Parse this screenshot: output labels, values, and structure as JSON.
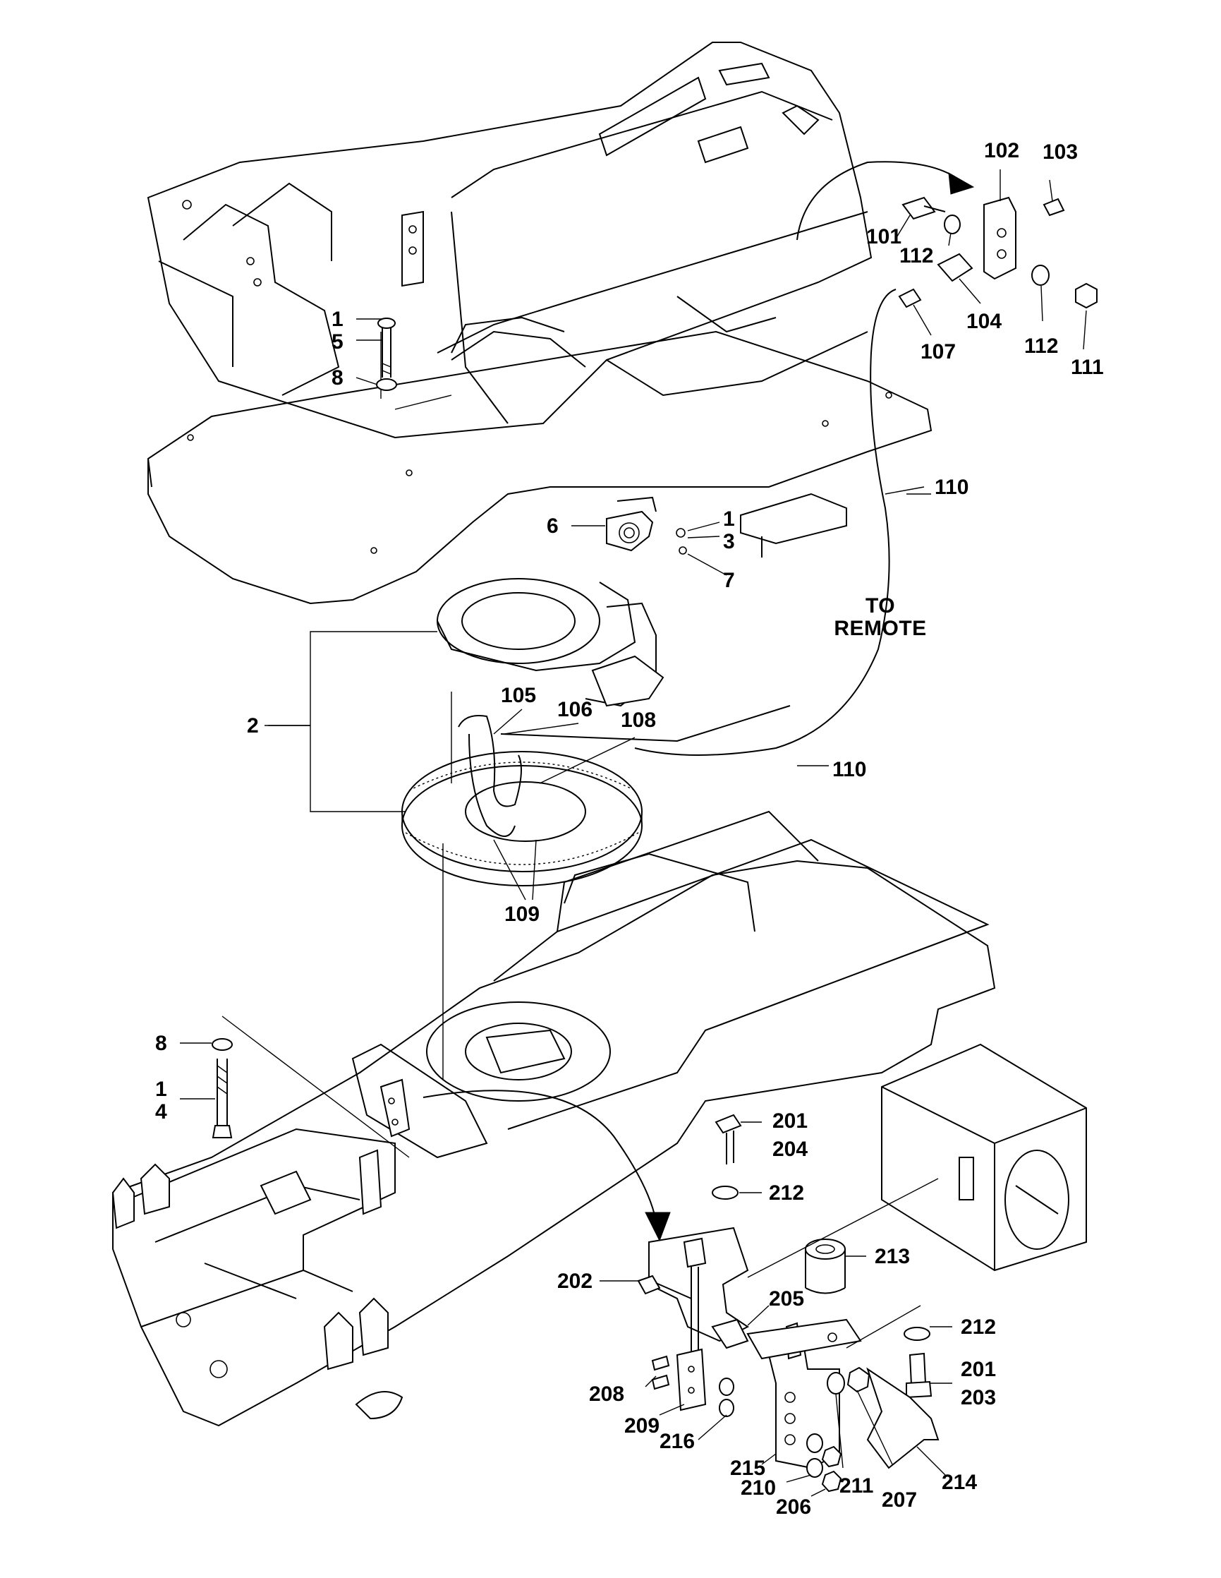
{
  "callouts": {
    "c_1a": "1",
    "c_5": "5",
    "c_8a": "8",
    "c_6": "6",
    "c_1b": "1",
    "c_3": "3",
    "c_7": "7",
    "c_2": "2",
    "c_105": "105",
    "c_106": "106",
    "c_108": "108",
    "c_109": "109",
    "c_110a": "110",
    "c_110b": "110",
    "c_101": "101",
    "c_102": "102",
    "c_103": "103",
    "c_104": "104",
    "c_107": "107",
    "c_111": "111",
    "c_112a": "112",
    "c_112b": "112",
    "c_8b": "8",
    "c_1c": "1",
    "c_4": "4",
    "c_201a": "201",
    "c_204": "204",
    "c_212a": "212",
    "c_213": "213",
    "c_202": "202",
    "c_205": "205",
    "c_212b": "212",
    "c_201b": "201",
    "c_203": "203",
    "c_208": "208",
    "c_209": "209",
    "c_216": "216",
    "c_215": "215",
    "c_210": "210",
    "c_206": "206",
    "c_211": "211",
    "c_207": "207",
    "c_214": "214"
  },
  "note": {
    "line1": "TO",
    "line2": "REMOTE"
  }
}
